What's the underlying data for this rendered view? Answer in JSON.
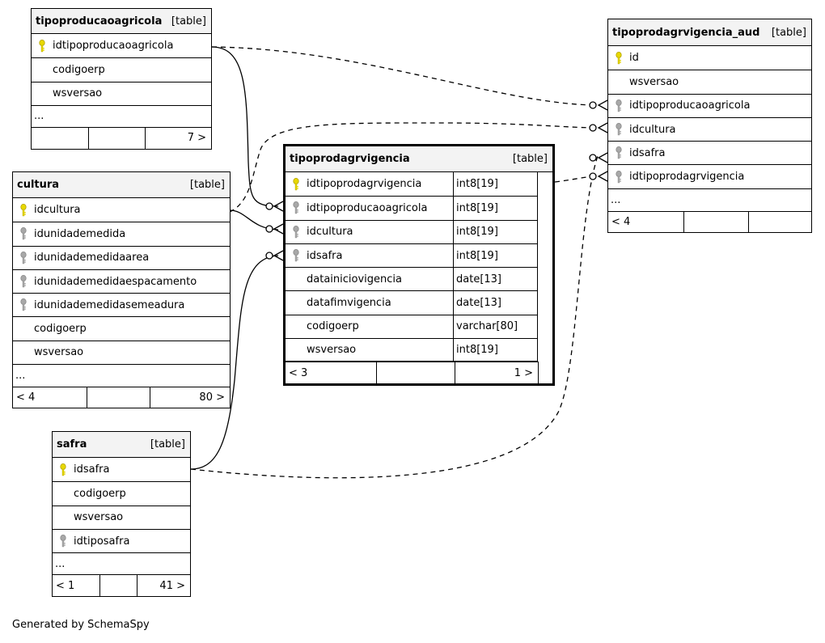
{
  "caption": "Generated by SchemaSpy",
  "tables": {
    "tpa": {
      "name": "tipoproducaoagricola",
      "kind": "[table]",
      "columns": [
        {
          "name": "idtipoproducaoagricola",
          "key": "pk"
        },
        {
          "name": "codigoerp",
          "key": "none"
        },
        {
          "name": "wsversao",
          "key": "none"
        }
      ],
      "more": "...",
      "footer": [
        "",
        "",
        "7 >"
      ]
    },
    "tpaud": {
      "name": "tipoprodagrvigencia_aud",
      "kind": "[table]",
      "columns": [
        {
          "name": "id",
          "key": "pk"
        },
        {
          "name": "wsversao",
          "key": "none"
        },
        {
          "name": "idtipoproducaoagricola",
          "key": "fk"
        },
        {
          "name": "idcultura",
          "key": "fk"
        },
        {
          "name": "idsafra",
          "key": "fk"
        },
        {
          "name": "idtipoprodagrvigencia",
          "key": "fk"
        }
      ],
      "more": "...",
      "footer": [
        "< 4",
        "",
        ""
      ]
    },
    "tpv": {
      "name": "tipoprodagrvigencia",
      "kind": "[table]",
      "columns": [
        {
          "name": "idtipoprodagrvigencia",
          "type": "int8[19]",
          "key": "pk"
        },
        {
          "name": "idtipoproducaoagricola",
          "type": "int8[19]",
          "key": "fk"
        },
        {
          "name": "idcultura",
          "type": "int8[19]",
          "key": "fk"
        },
        {
          "name": "idsafra",
          "type": "int8[19]",
          "key": "fk"
        },
        {
          "name": "datainiciovigencia",
          "type": "date[13]",
          "key": "none"
        },
        {
          "name": "datafimvigencia",
          "type": "date[13]",
          "key": "none"
        },
        {
          "name": "codigoerp",
          "type": "varchar[80]",
          "key": "none"
        },
        {
          "name": "wsversao",
          "type": "int8[19]",
          "key": "none"
        }
      ],
      "footer": [
        "< 3",
        "",
        "1 >"
      ]
    },
    "cul": {
      "name": "cultura",
      "kind": "[table]",
      "columns": [
        {
          "name": "idcultura",
          "key": "pk"
        },
        {
          "name": "idunidademedida",
          "key": "fk"
        },
        {
          "name": "idunidademedidaarea",
          "key": "fk"
        },
        {
          "name": "idunidademedidaespacamento",
          "key": "fk"
        },
        {
          "name": "idunidademedidasemeadura",
          "key": "fk"
        },
        {
          "name": "codigoerp",
          "key": "none"
        },
        {
          "name": "wsversao",
          "key": "none"
        }
      ],
      "more": "...",
      "footer": [
        "< 4",
        "",
        "80 >"
      ]
    },
    "saf": {
      "name": "safra",
      "kind": "[table]",
      "columns": [
        {
          "name": "idsafra",
          "key": "pk"
        },
        {
          "name": "codigoerp",
          "key": "none"
        },
        {
          "name": "wsversao",
          "key": "none"
        },
        {
          "name": "idtiposafra",
          "key": "fk"
        }
      ],
      "more": "...",
      "footer": [
        "< 1",
        "",
        "41 >"
      ]
    }
  },
  "icons": {
    "pk": "primary-key-icon",
    "fk": "foreign-key-icon"
  },
  "colors": {
    "pk": "#e8d800",
    "fk": "#a8a8a8",
    "header_bg": "#f3f3f3"
  }
}
